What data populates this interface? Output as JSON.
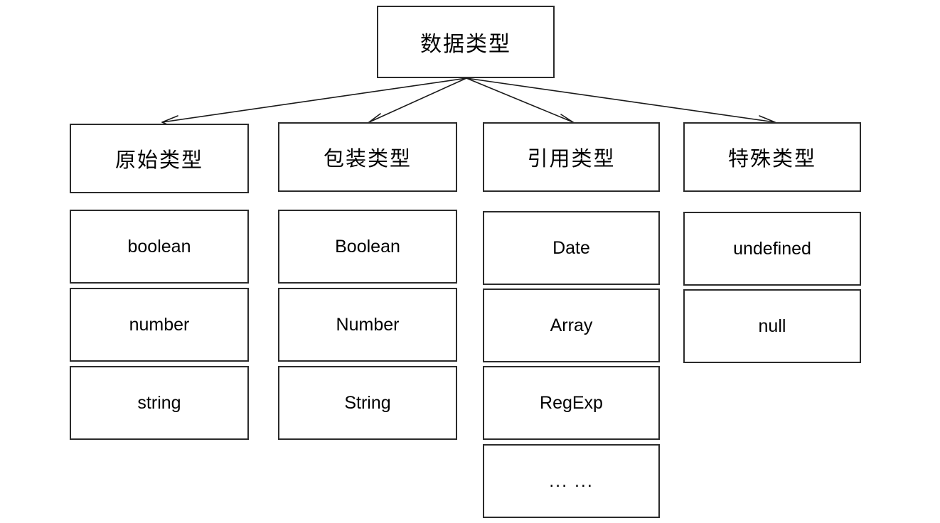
{
  "diagram": {
    "title": "数据类型",
    "root": {
      "label": "数据类型"
    },
    "columns": [
      {
        "category": "原始类型",
        "items": [
          "boolean",
          "number",
          "string"
        ]
      },
      {
        "category": "包装类型",
        "items": [
          "Boolean",
          "Number",
          "String"
        ]
      },
      {
        "category": "引用类型",
        "items": [
          "Date",
          "Array",
          "RegExp",
          "... ..."
        ]
      },
      {
        "category": "特殊类型",
        "items": [
          "undefined",
          "null"
        ]
      }
    ],
    "style": {
      "border_color": "#2b2b2b",
      "background_color": "#ffffff",
      "text_color": "#000000",
      "edge_color": "#1a1a1a"
    }
  }
}
